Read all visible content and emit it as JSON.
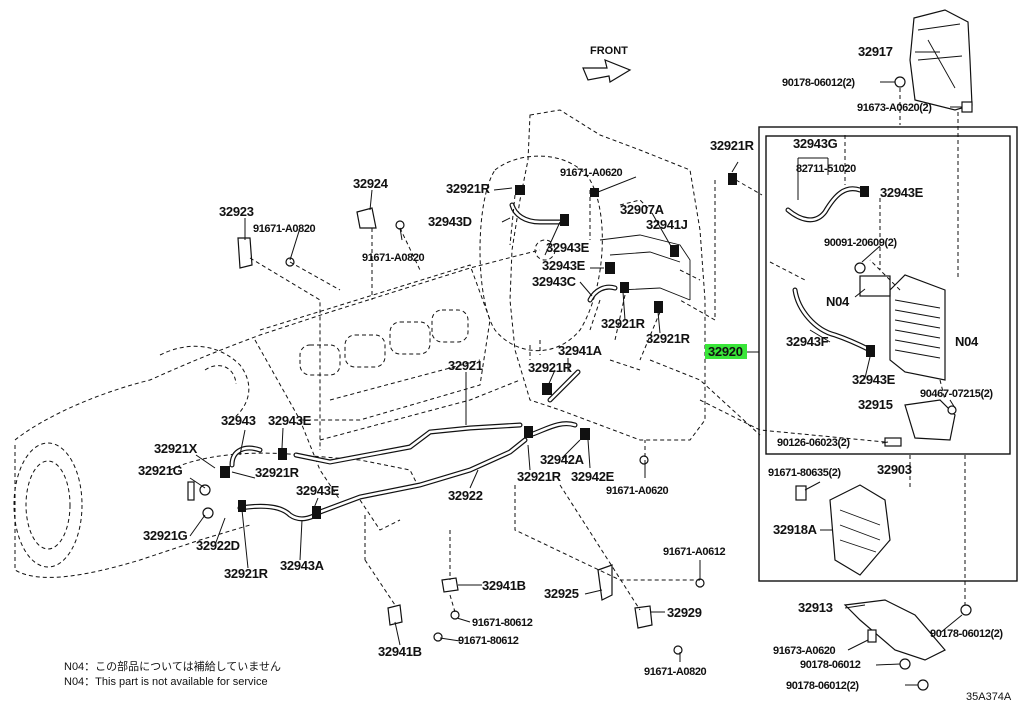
{
  "diagram": {
    "front_label": "FRONT",
    "code": "35A374A",
    "highlight_color": "#39e639",
    "parts": [
      {
        "id": "p32917",
        "text": "32917"
      },
      {
        "id": "p90178a",
        "text": "90178-06012(2)"
      },
      {
        "id": "p91673a",
        "text": "91673-A0620(2)"
      },
      {
        "id": "p32921R_a",
        "text": "32921R"
      },
      {
        "id": "p32943G",
        "text": "32943G"
      },
      {
        "id": "p82711",
        "text": "82711-51020"
      },
      {
        "id": "p32943E_a",
        "text": "32943E"
      },
      {
        "id": "p90091",
        "text": "90091-20609(2)"
      },
      {
        "id": "pN04_a",
        "text": "N04"
      },
      {
        "id": "pN04_b",
        "text": "N04"
      },
      {
        "id": "p32943F",
        "text": "32943F"
      },
      {
        "id": "p32920",
        "text": "32920"
      },
      {
        "id": "p32943E_b",
        "text": "32943E"
      },
      {
        "id": "p90467",
        "text": "90467-07215(2)"
      },
      {
        "id": "p32915",
        "text": "32915"
      },
      {
        "id": "p90126",
        "text": "90126-06023(2)"
      },
      {
        "id": "p32903",
        "text": "32903"
      },
      {
        "id": "p91671_80635",
        "text": "91671-80635(2)"
      },
      {
        "id": "p32918A",
        "text": "32918A"
      },
      {
        "id": "p32913",
        "text": "32913"
      },
      {
        "id": "p90178b",
        "text": "90178-06012(2)"
      },
      {
        "id": "p91673b",
        "text": "91673-A0620"
      },
      {
        "id": "p90178c",
        "text": "90178-06012"
      },
      {
        "id": "p90178d",
        "text": "90178-06012(2)"
      },
      {
        "id": "p91671_A0620_a",
        "text": "91671-A0620"
      },
      {
        "id": "p32921R_b",
        "text": "32921R"
      },
      {
        "id": "p32943D",
        "text": "32943D"
      },
      {
        "id": "p32907A",
        "text": "32907A"
      },
      {
        "id": "p32941J",
        "text": "32941J"
      },
      {
        "id": "p32943E_c",
        "text": "32943E"
      },
      {
        "id": "p32943E_d",
        "text": "32943E"
      },
      {
        "id": "p32943C",
        "text": "32943C"
      },
      {
        "id": "p32921R_c",
        "text": "32921R"
      },
      {
        "id": "p32921R_d",
        "text": "32921R"
      },
      {
        "id": "p32941A",
        "text": "32941A"
      },
      {
        "id": "p32921R_e",
        "text": "32921R"
      },
      {
        "id": "p32921",
        "text": "32921"
      },
      {
        "id": "p32942A",
        "text": "32942A"
      },
      {
        "id": "p32942E",
        "text": "32942E"
      },
      {
        "id": "p32921R_f",
        "text": "32921R"
      },
      {
        "id": "p91671_A0620_b",
        "text": "91671-A0620"
      },
      {
        "id": "p32922",
        "text": "32922"
      },
      {
        "id": "p32924",
        "text": "32924"
      },
      {
        "id": "p91671_A0820_a",
        "text": "91671-A0820"
      },
      {
        "id": "p32923",
        "text": "32923"
      },
      {
        "id": "p91671_A0820_b",
        "text": "91671-A0820"
      },
      {
        "id": "p32943",
        "text": "32943"
      },
      {
        "id": "p32943E_e",
        "text": "32943E"
      },
      {
        "id": "p32921X",
        "text": "32921X"
      },
      {
        "id": "p32921G_a",
        "text": "32921G"
      },
      {
        "id": "p32921R_g",
        "text": "32921R"
      },
      {
        "id": "p32943E_f",
        "text": "32943E"
      },
      {
        "id": "p32921G_b",
        "text": "32921G"
      },
      {
        "id": "p32922D",
        "text": "32922D"
      },
      {
        "id": "p32921R_h",
        "text": "32921R"
      },
      {
        "id": "p32943A",
        "text": "32943A"
      },
      {
        "id": "p32941B_a",
        "text": "32941B"
      },
      {
        "id": "p91671_80612_a",
        "text": "91671-80612"
      },
      {
        "id": "p91671_80612_b",
        "text": "91671-80612"
      },
      {
        "id": "p32941B_b",
        "text": "32941B"
      },
      {
        "id": "p32925",
        "text": "32925"
      },
      {
        "id": "p91671_A0612",
        "text": "91671-A0612"
      },
      {
        "id": "p32929",
        "text": "32929"
      },
      {
        "id": "p91671_A0820_c",
        "text": "91671-A0820"
      }
    ],
    "notes": {
      "line1": "N04：この部品については補給していません",
      "line2": "N04：This part is not available for service"
    }
  }
}
